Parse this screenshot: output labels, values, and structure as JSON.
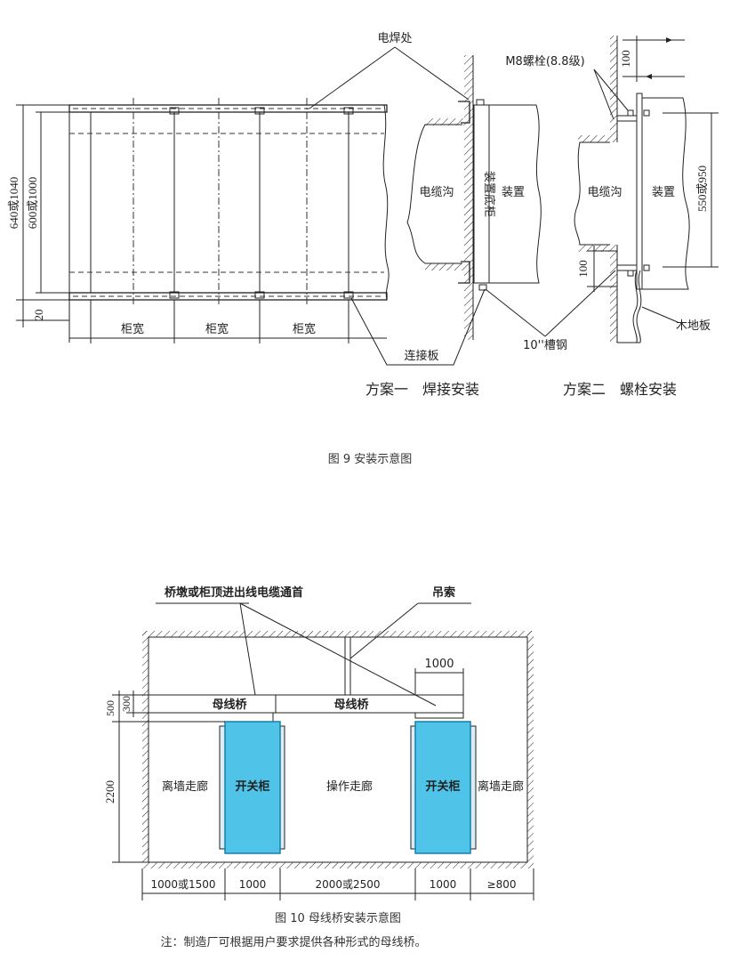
{
  "fig9": {
    "weld_location": "电焊处",
    "bolt_spec": "M8螺栓(8.8级)",
    "dim_640_1040": "640或1040",
    "dim_600_1000": "600或1000",
    "dim_20": "20",
    "cabinet_width": "柜宽",
    "connect_plate": "连接板",
    "cable_trench": "电缆沟",
    "device_base": "装置底柜",
    "device": "装置",
    "channel_steel": "10''槽钢",
    "dim_100": "100",
    "dim_550_950": "550或950",
    "wood_floor": "木地板",
    "scheme1": "方案一　焊接安装",
    "scheme2": "方案二　螺栓安装",
    "caption": "图 9 安装示意图"
  },
  "fig10": {
    "pier_label": "桥墩或柜顶进出线电缆通首",
    "hanger": "吊索",
    "dim_1000_top": "1000",
    "busbar_bridge": "母线桥",
    "dim_500": "500",
    "dim_300": "300",
    "dim_2200": "2200",
    "corridor_wall": "离墙走廊",
    "switch_cabinet": "开关柜",
    "operating_corridor": "操作走廊",
    "bottom_dims": [
      "1000或1500",
      "1000",
      "2000或2500",
      "1000",
      "≥800"
    ],
    "caption": "图 10 母线桥安装示意图",
    "note": "注：制造厂可根据用户要求提供各种形式的母线桥。"
  },
  "colors": {
    "cabinet_fill": "#4fc3e8",
    "cabinet_edge": "#1a7fa8",
    "line": "#222222"
  }
}
